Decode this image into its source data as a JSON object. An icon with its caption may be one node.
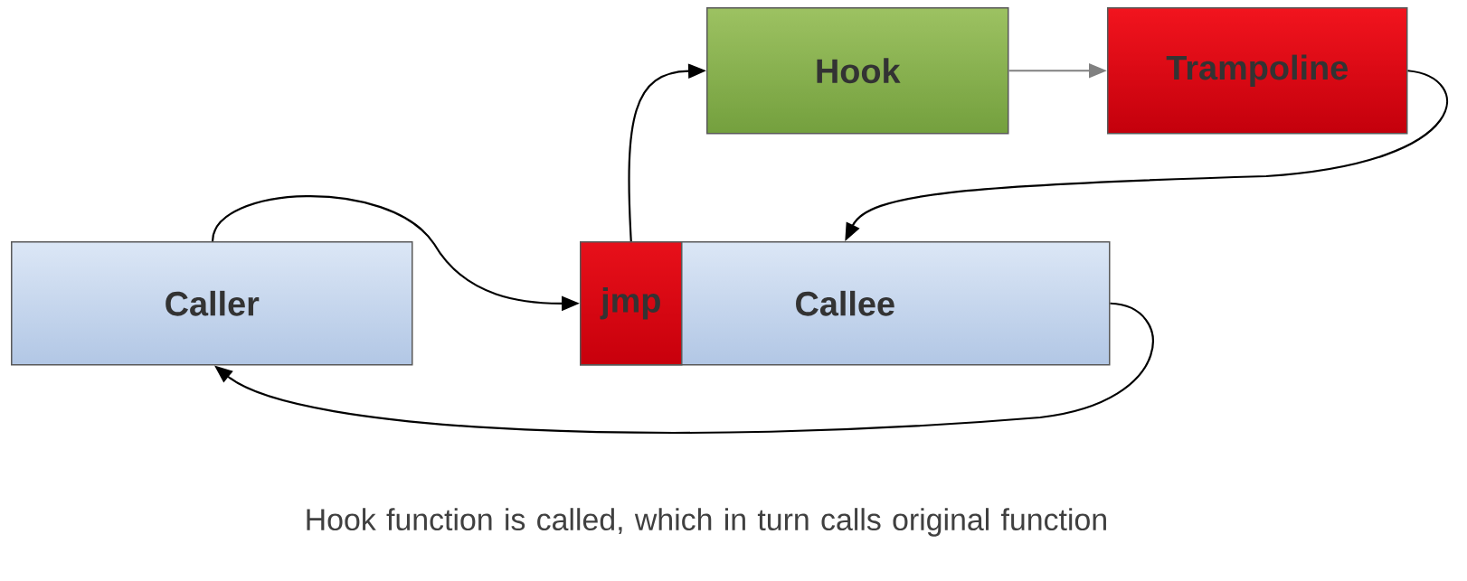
{
  "diagram": {
    "caption": "Hook function is called, which in turn calls original function",
    "nodes": [
      {
        "text": [
          "Hook"
        ]
      },
      {
        "text": [
          "Trampoline"
        ]
      },
      {
        "text": [
          "Caller"
        ]
      },
      {
        "text": [
          "Callee"
        ]
      },
      {
        "text": [
          "jmp"
        ],
        "in": 3
      }
    ],
    "edges": [
      {
        "from": 2,
        "to": 4,
        "arrow": "to"
      },
      {
        "from": 4,
        "to": 0,
        "arrow": "to"
      },
      {
        "from": 0,
        "to": 1,
        "arrow": "to",
        "color": "#808080"
      },
      {
        "from": 1,
        "to": 3,
        "arrow": "to"
      },
      {
        "from": 3,
        "to": 2,
        "arrow": "to"
      }
    ]
  }
}
